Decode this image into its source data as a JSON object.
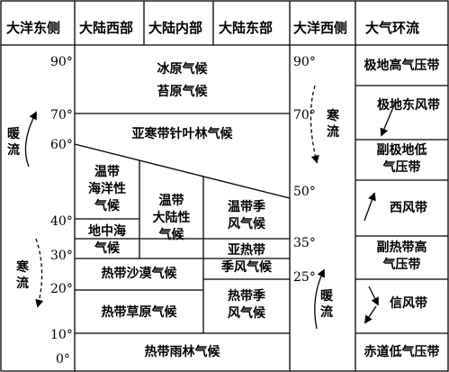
{
  "headers": {
    "ocean_east": "大洋东侧",
    "continent_west": "大陆西部",
    "continent_interior": "大陆内部",
    "continent_east": "大陆东部",
    "ocean_west": "大洋西侧",
    "pressure_wind": "大气环流"
  },
  "latitudes_left": [
    "90°",
    "70°",
    "60°",
    "40°",
    "30°",
    "20°",
    "10°",
    "0°"
  ],
  "latitudes_right": [
    "90°",
    "70°",
    "50°",
    "35°",
    "25°"
  ],
  "climates": {
    "ice_cap": "冰原气候",
    "tundra": "苔原气候",
    "subarctic": "亚寒带针叶林气候",
    "temperate_maritime": "温带\n海洋性\n气候",
    "mediterranean": "地中海\n气候",
    "temperate_continental": "温带\n大陆性\n气候",
    "temperate_monsoon": "温带季\n风气候",
    "subtropical_monsoon": "亚热带\n季风气候",
    "tropical_desert": "热带沙漠气候",
    "tropical_savanna": "热带草原气候",
    "tropical_monsoon": "热带季\n风气候",
    "tropical_rainforest": "热带雨林气候"
  },
  "currents": {
    "left_warm": "暖\n流",
    "left_cold": "寒\n流",
    "right_cold": "寒\n流",
    "right_warm": "暖\n流"
  },
  "belts": {
    "polar_high": "极地高气压带",
    "polar_easterlies": "极地东风带",
    "subpolar_low": "副极地低\n气压带",
    "westerlies": "西风带",
    "subtropical_high": "副热带高\n气压带",
    "trade_winds": "信风带",
    "equatorial_low": "赤道低气压带"
  }
}
